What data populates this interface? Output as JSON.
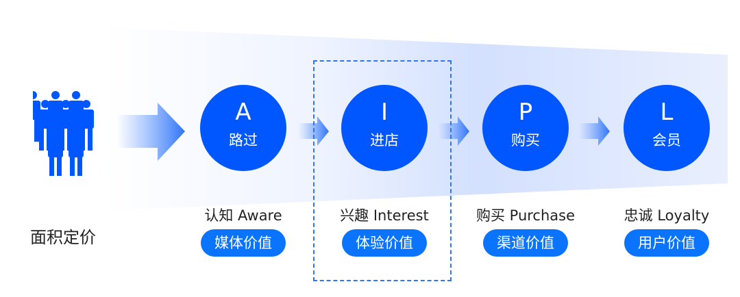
{
  "left_label": "面积定价",
  "stages": [
    {
      "letter": "A",
      "name": "路过",
      "label": "认知 Aware",
      "value": "媒体价值"
    },
    {
      "letter": "I",
      "name": "进店",
      "label": "兴趣 Interest",
      "value": "体验价值"
    },
    {
      "letter": "P",
      "name": "购买",
      "label": "购买 Purchase",
      "value": "渠道价值"
    },
    {
      "letter": "L",
      "name": "会员",
      "label": "忠诚 Loyalty",
      "value": "用户价值"
    }
  ],
  "colors": {
    "circle": "#0056ff",
    "pill": "#0a74ff",
    "band": "#cfdcff",
    "dash": "#2f74f0"
  }
}
